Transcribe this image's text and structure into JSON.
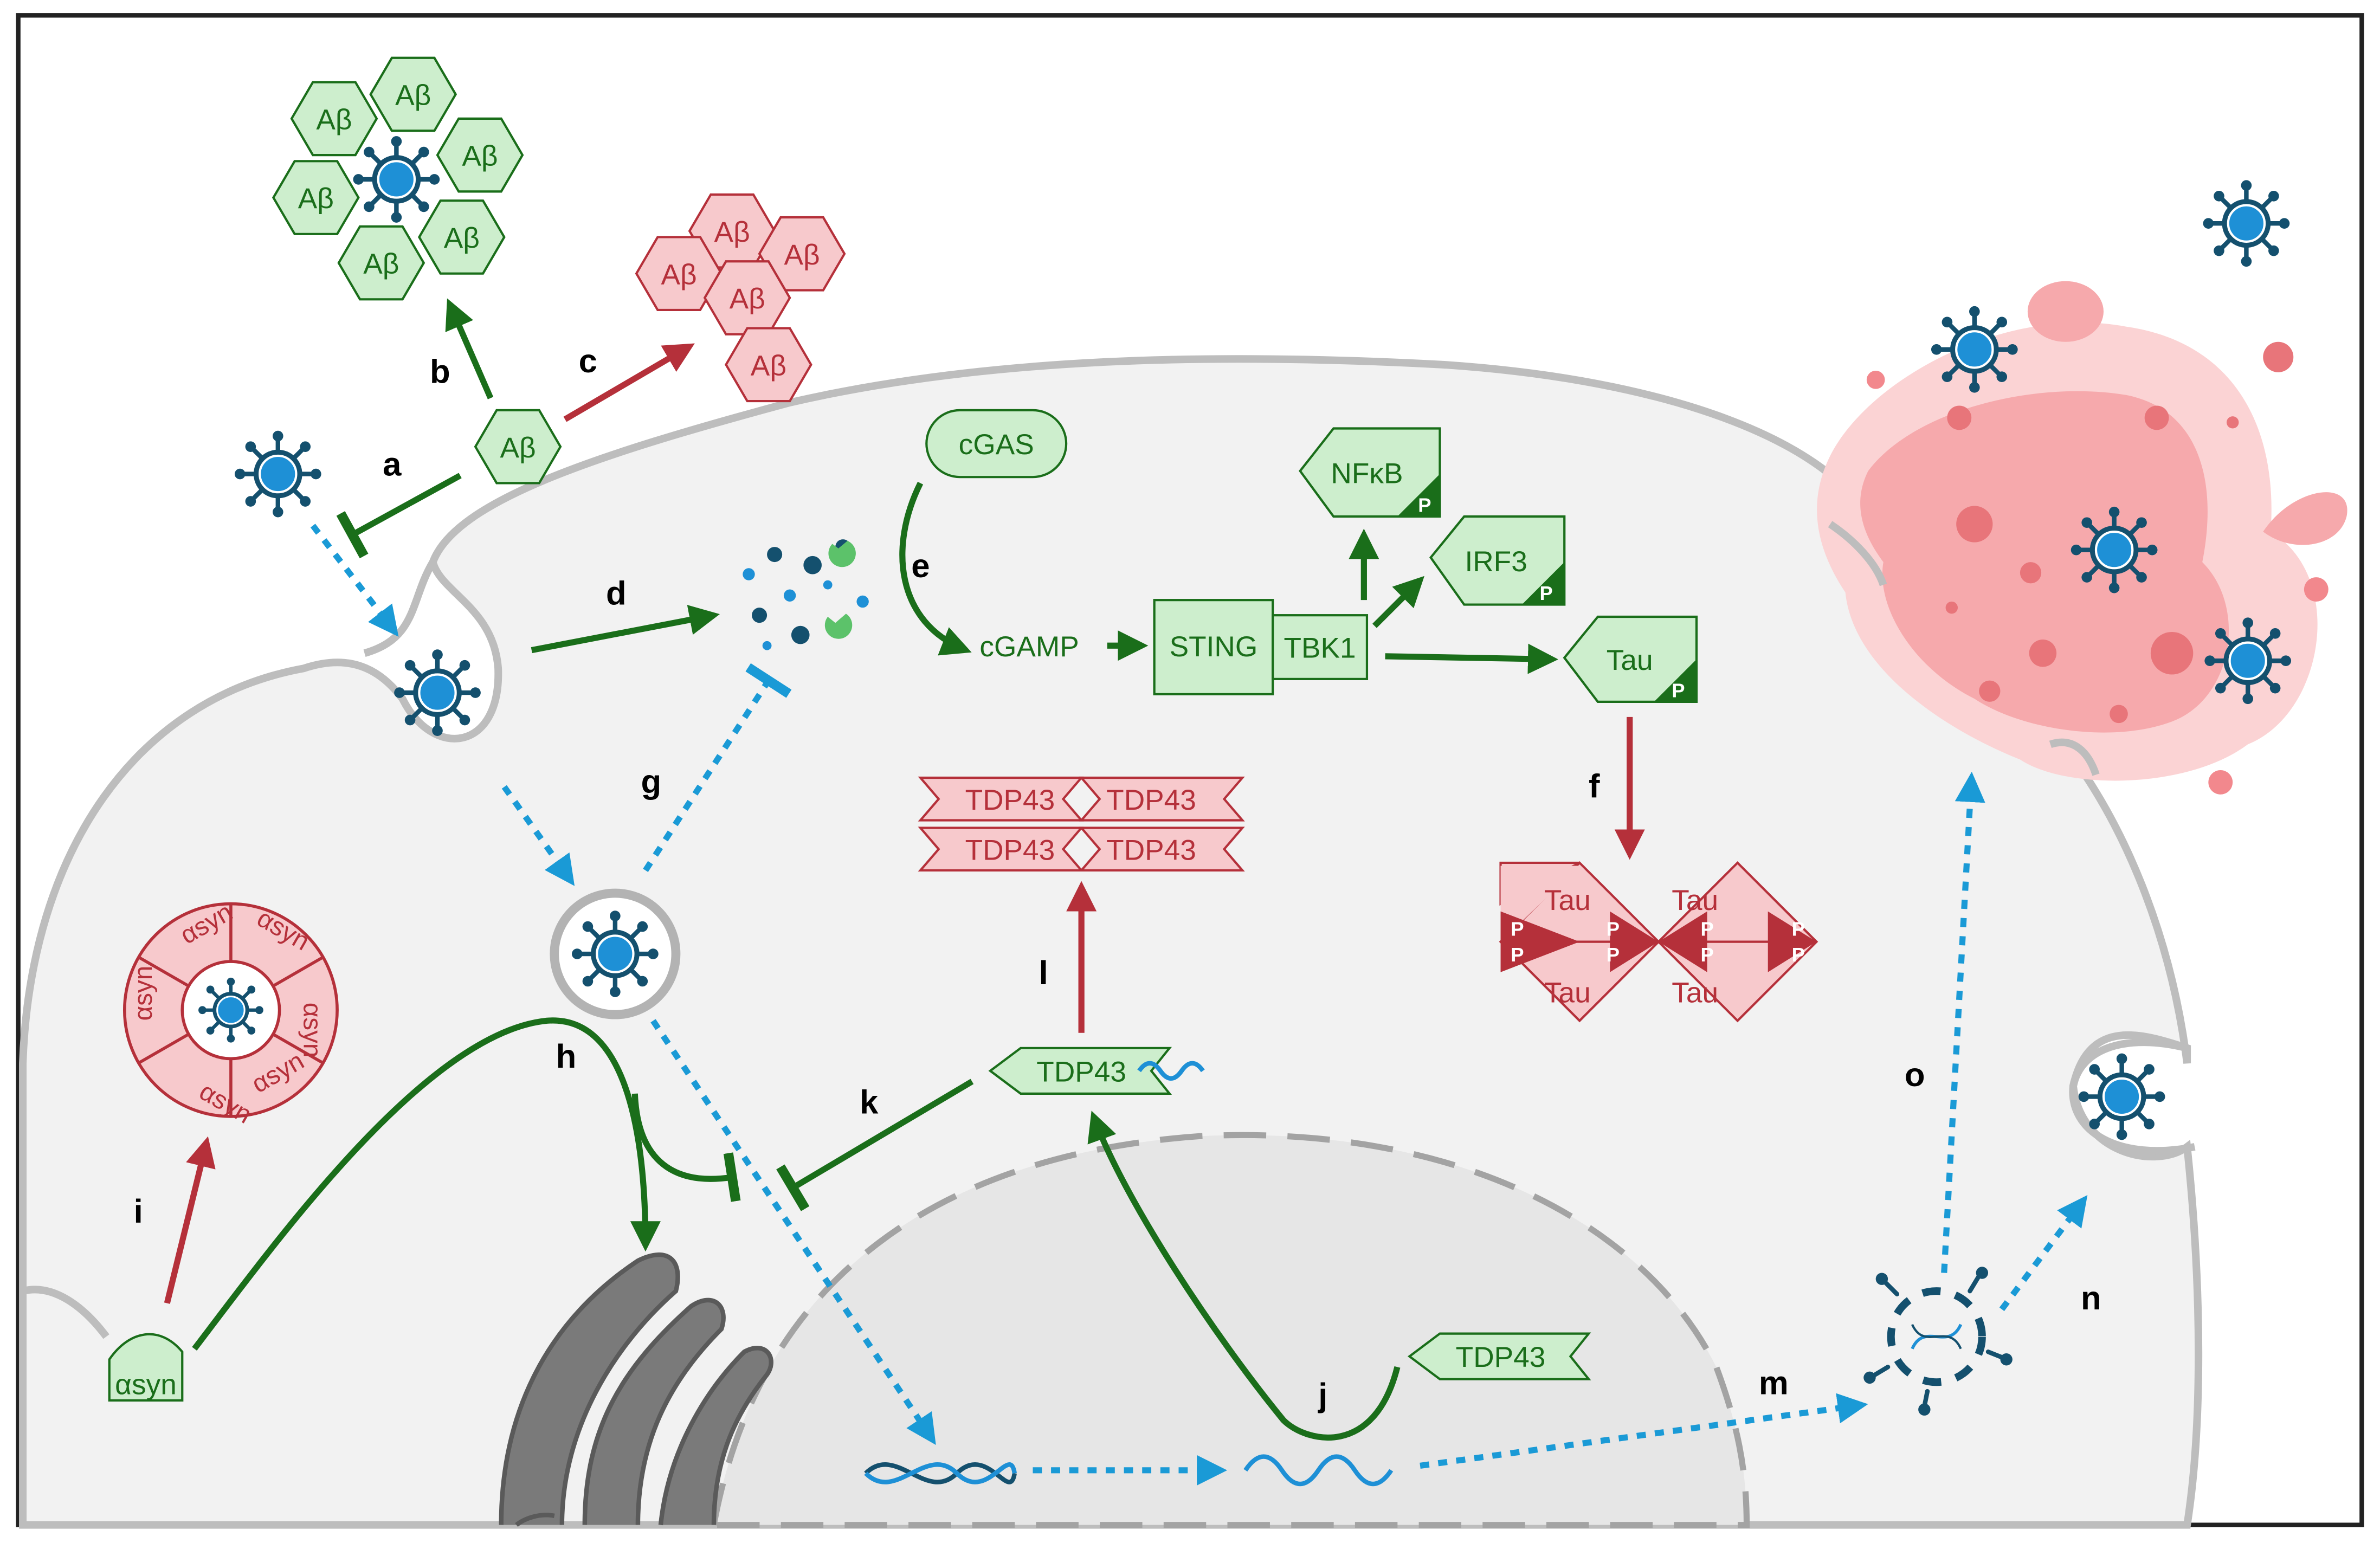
{
  "colors": {
    "activation_green": "#1a6e1a",
    "aggregation_red": "#b5303a",
    "virus_blue": "#1e90d6",
    "virus_dark": "#14506e",
    "transport_dotted": "#1a9ad6",
    "cell_fill": "#f2f2f2",
    "nucleus_fill": "#e6e6e6"
  },
  "icons": [
    "virus-icon",
    "dna-double-helix-icon",
    "mrna-strand-icon",
    "golgi-apparatus-icon",
    "lysosome-vesicle-icon",
    "necrotic-cell-debris-icon"
  ],
  "steps": {
    "a": "a",
    "b": "b",
    "c": "c",
    "d": "d",
    "e": "e",
    "f": "f",
    "g": "g",
    "h": "h",
    "i": "i",
    "j": "j",
    "k": "k",
    "l": "l",
    "m": "m",
    "n": "n",
    "o": "o"
  },
  "labels": {
    "abeta": "Aβ",
    "cgas": "cGAS",
    "cgamp": "cGAMP",
    "sting": "STING",
    "tbk1": "TBK1",
    "nfkb": "NFκB",
    "irf3": "IRF3",
    "tau": "Tau",
    "phospho": "P",
    "tdp43": "TDP43",
    "asyn": "αsyn"
  }
}
